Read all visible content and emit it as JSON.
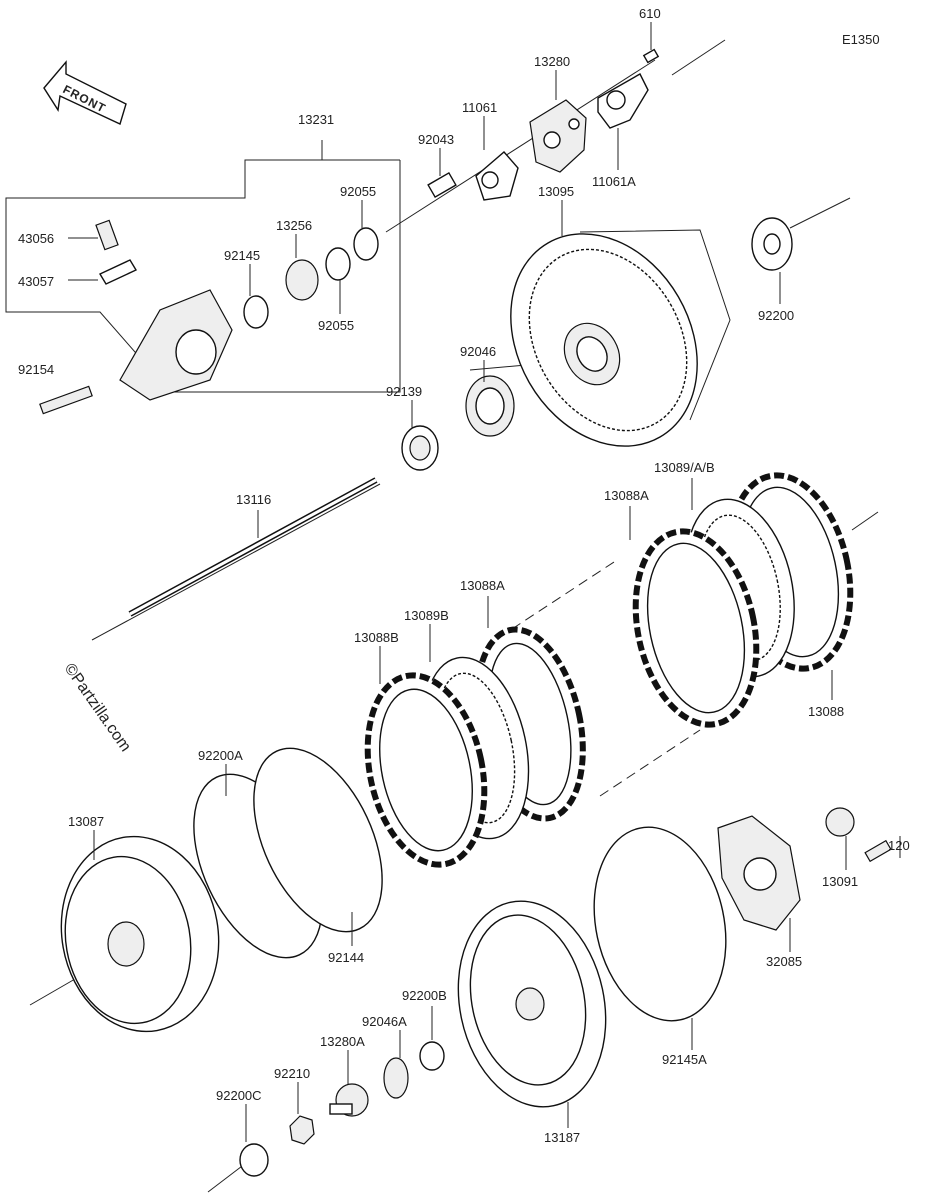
{
  "diagram_code": "E1350",
  "front_label": "FRONT",
  "watermark": "©Partzilla.com",
  "parts": {
    "p610": "610",
    "p13280": "13280",
    "p11061": "11061",
    "p11061A": "11061A",
    "p13231": "13231",
    "p92043": "92043",
    "p92055a": "92055",
    "p92055b": "92055",
    "p13256": "13256",
    "p92145": "92145",
    "p43056": "43056",
    "p43057": "43057",
    "p92154": "92154",
    "p13095": "13095",
    "p92200": "92200",
    "p92046": "92046",
    "p92139": "92139",
    "p13116": "13116",
    "p13089AB": "13089/A/B",
    "p13088Aa": "13088A",
    "p13088Ab": "13088A",
    "p13089B": "13089B",
    "p13088B": "13088B",
    "p13088": "13088",
    "p92200A": "92200A",
    "p13087": "13087",
    "p92144": "92144",
    "p120": "120",
    "p13091": "13091",
    "p32085": "32085",
    "p92145A": "92145A",
    "p92200B": "92200B",
    "p92046A": "92046A",
    "p13280A": "13280A",
    "p92210": "92210",
    "p92200C": "92200C",
    "p13187": "13187"
  }
}
